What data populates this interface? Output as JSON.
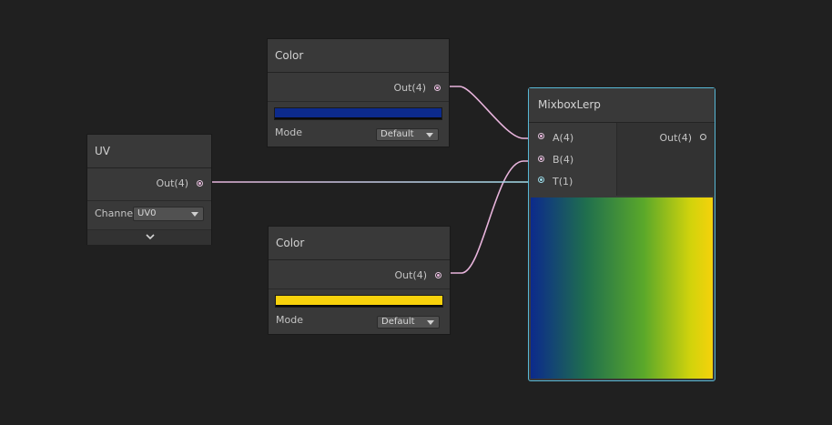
{
  "nodes": {
    "uv": {
      "title": "UV",
      "output_label": "Out(4)",
      "channel_label": "Channe",
      "channel_value": "UV0",
      "expand_icon": "chevron-down-icon"
    },
    "color_top": {
      "title": "Color",
      "output_label": "Out(4)",
      "color": "#0c2a8c",
      "mode_label": "Mode",
      "mode_value": "Default"
    },
    "color_bottom": {
      "title": "Color",
      "output_label": "Out(4)",
      "color": "#f8d20c",
      "mode_label": "Mode",
      "mode_value": "Default"
    },
    "mixbox": {
      "title": "MixboxLerp",
      "inputs": [
        "A(4)",
        "B(4)",
        "T(1)"
      ],
      "output_label": "Out(4)",
      "preview_gradient": [
        "#0c2a8c",
        "#1f6e4e",
        "#5aa82a",
        "#d2d30c",
        "#f5d20c"
      ]
    }
  },
  "colors": {
    "canvas": "#202020",
    "node_body": "#393939",
    "wire_vector": "#e8b4dc",
    "wire_float": "#9fdde9",
    "selection": "#57b8d6"
  }
}
